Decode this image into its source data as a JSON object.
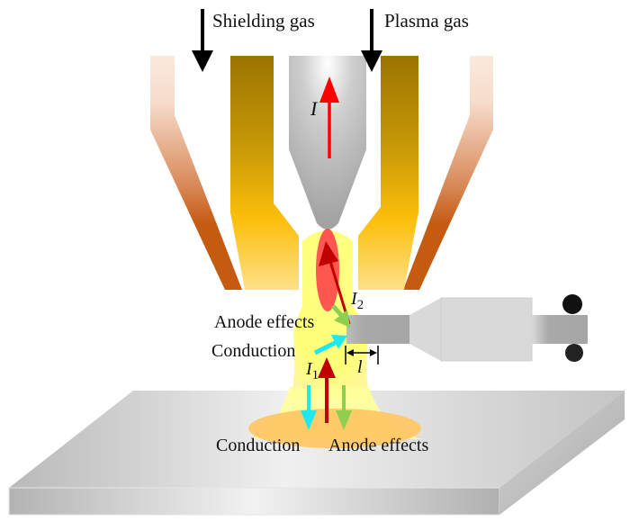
{
  "diagram": {
    "title": "Plasma arc with wire feed: current paths and heat transfer",
    "labels": {
      "shielding_gas": "Shielding gas",
      "plasma_gas": "Plasma gas",
      "current_total": "I",
      "current_1": "I",
      "current_1_sub": "1",
      "current_2": "I",
      "current_2_sub": "2",
      "wire_anode_effects": "Anode effects",
      "wire_conduction": "Conduction",
      "distance": "l",
      "workpiece_conduction": "Conduction",
      "workpiece_anode_effects": "Anode effects"
    },
    "components": {
      "outer_nozzle": "shielding gas nozzle",
      "inner_nozzle": "plasma nozzle",
      "electrode": "tungsten electrode",
      "arc": "plasma arc column",
      "wire": "filler wire",
      "rollers": "wire feed rollers",
      "workpiece": "workpiece plate"
    },
    "colors": {
      "outer_nozzle_top": "#f8e4d6",
      "outer_nozzle_bottom": "#c55a11",
      "inner_nozzle_top": "#9b7300",
      "inner_nozzle_bottom": "#ffc000",
      "electrode": "#a6a6a6",
      "arc_yellow": "#ffff66",
      "arc_core": "#ff4d4d",
      "weld_pool": "#ffc866",
      "current_arrow": "#ff0000",
      "current_arrow_dark": "#c00000",
      "conduction_arrow": "#1fe8f0",
      "anode_arrow": "#8fcf4f",
      "plate": "#c8c8c8",
      "roller": "#111111"
    }
  }
}
